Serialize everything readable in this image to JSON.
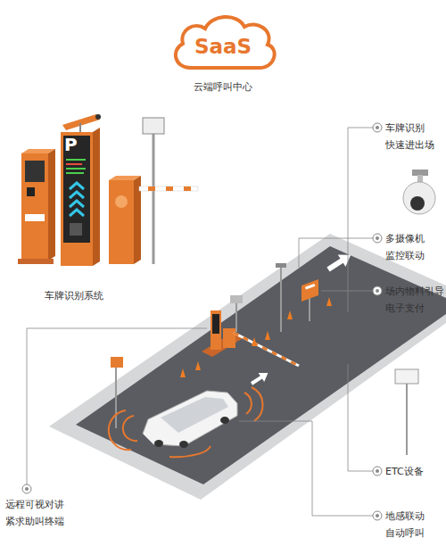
{
  "diagram": {
    "nodes": [
      {
        "text": [
          "SaaS",
          "云端呼叫中心"
        ]
      }
    ],
    "labels": [
      "P",
      "车牌识别 快速进出场",
      "车牌识别系统",
      "多摄像机 监控联动",
      "场内物料引导 电子支付",
      "远程可视对讲 紧求助叫终端",
      "ETC设备",
      "地感联动 自动呼叫"
    ]
  }
}
